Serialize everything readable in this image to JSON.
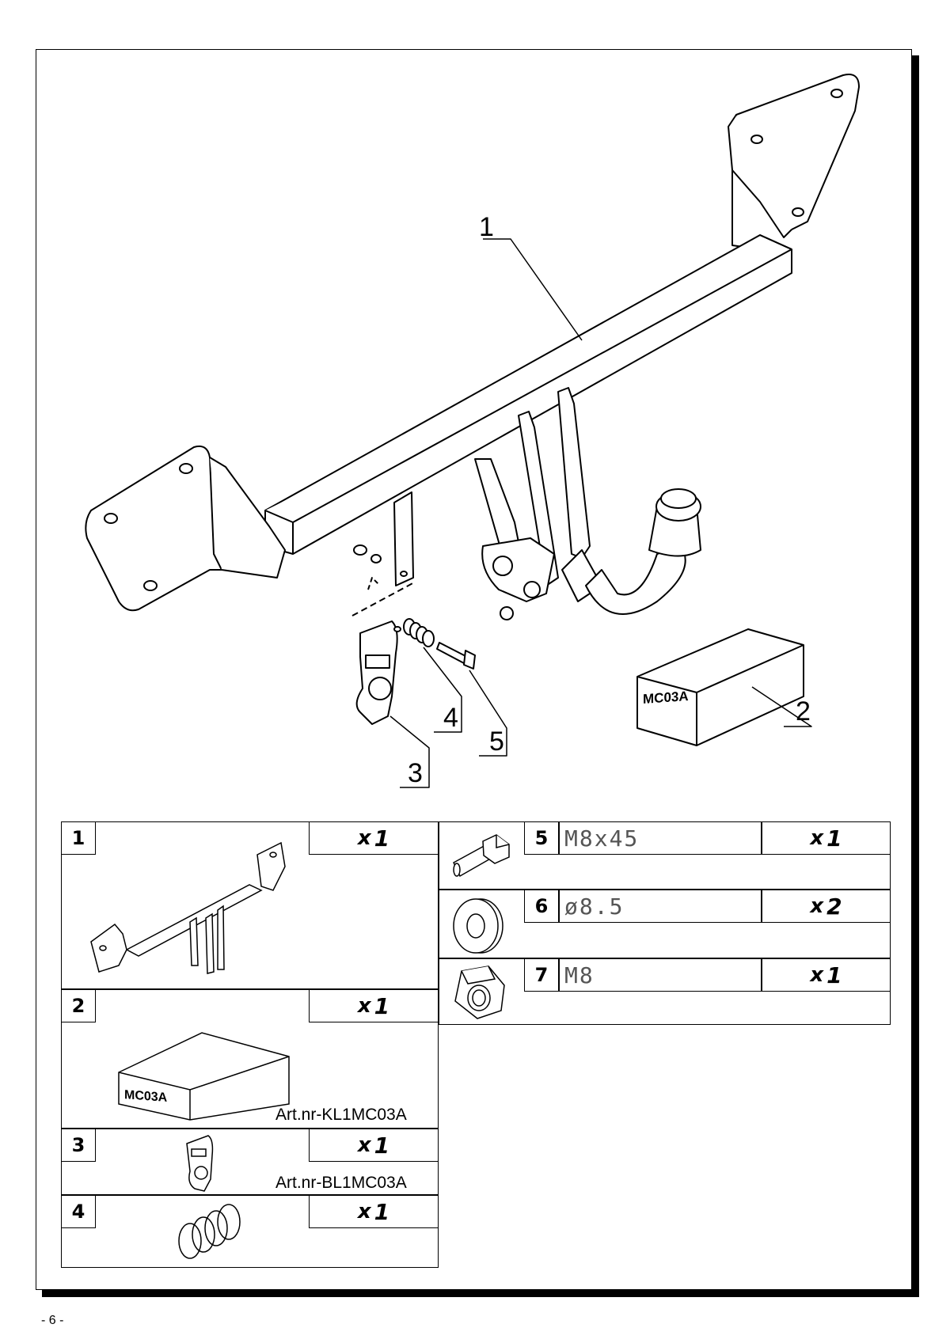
{
  "callouts": [
    "1",
    "2",
    "3",
    "4",
    "5"
  ],
  "box_label": "MC03A",
  "parts": [
    {
      "num": "1",
      "qty_x": "x",
      "qty_n": "1"
    },
    {
      "num": "2",
      "qty_x": "x",
      "qty_n": "1",
      "artnr": "Art.nr-KL1MC03A",
      "box_label": "MC03A"
    },
    {
      "num": "3",
      "qty_x": "x",
      "qty_n": "1",
      "artnr": "Art.nr-BL1MC03A"
    },
    {
      "num": "4",
      "qty_x": "x",
      "qty_n": "1"
    },
    {
      "num": "5",
      "spec": "M8x45",
      "qty_x": "x",
      "qty_n": "1"
    },
    {
      "num": "6",
      "spec": "ø8.5",
      "qty_x": "x",
      "qty_n": "2"
    },
    {
      "num": "7",
      "spec": "M8",
      "qty_x": "x",
      "qty_n": "1"
    }
  ],
  "footer": "- 6 -"
}
